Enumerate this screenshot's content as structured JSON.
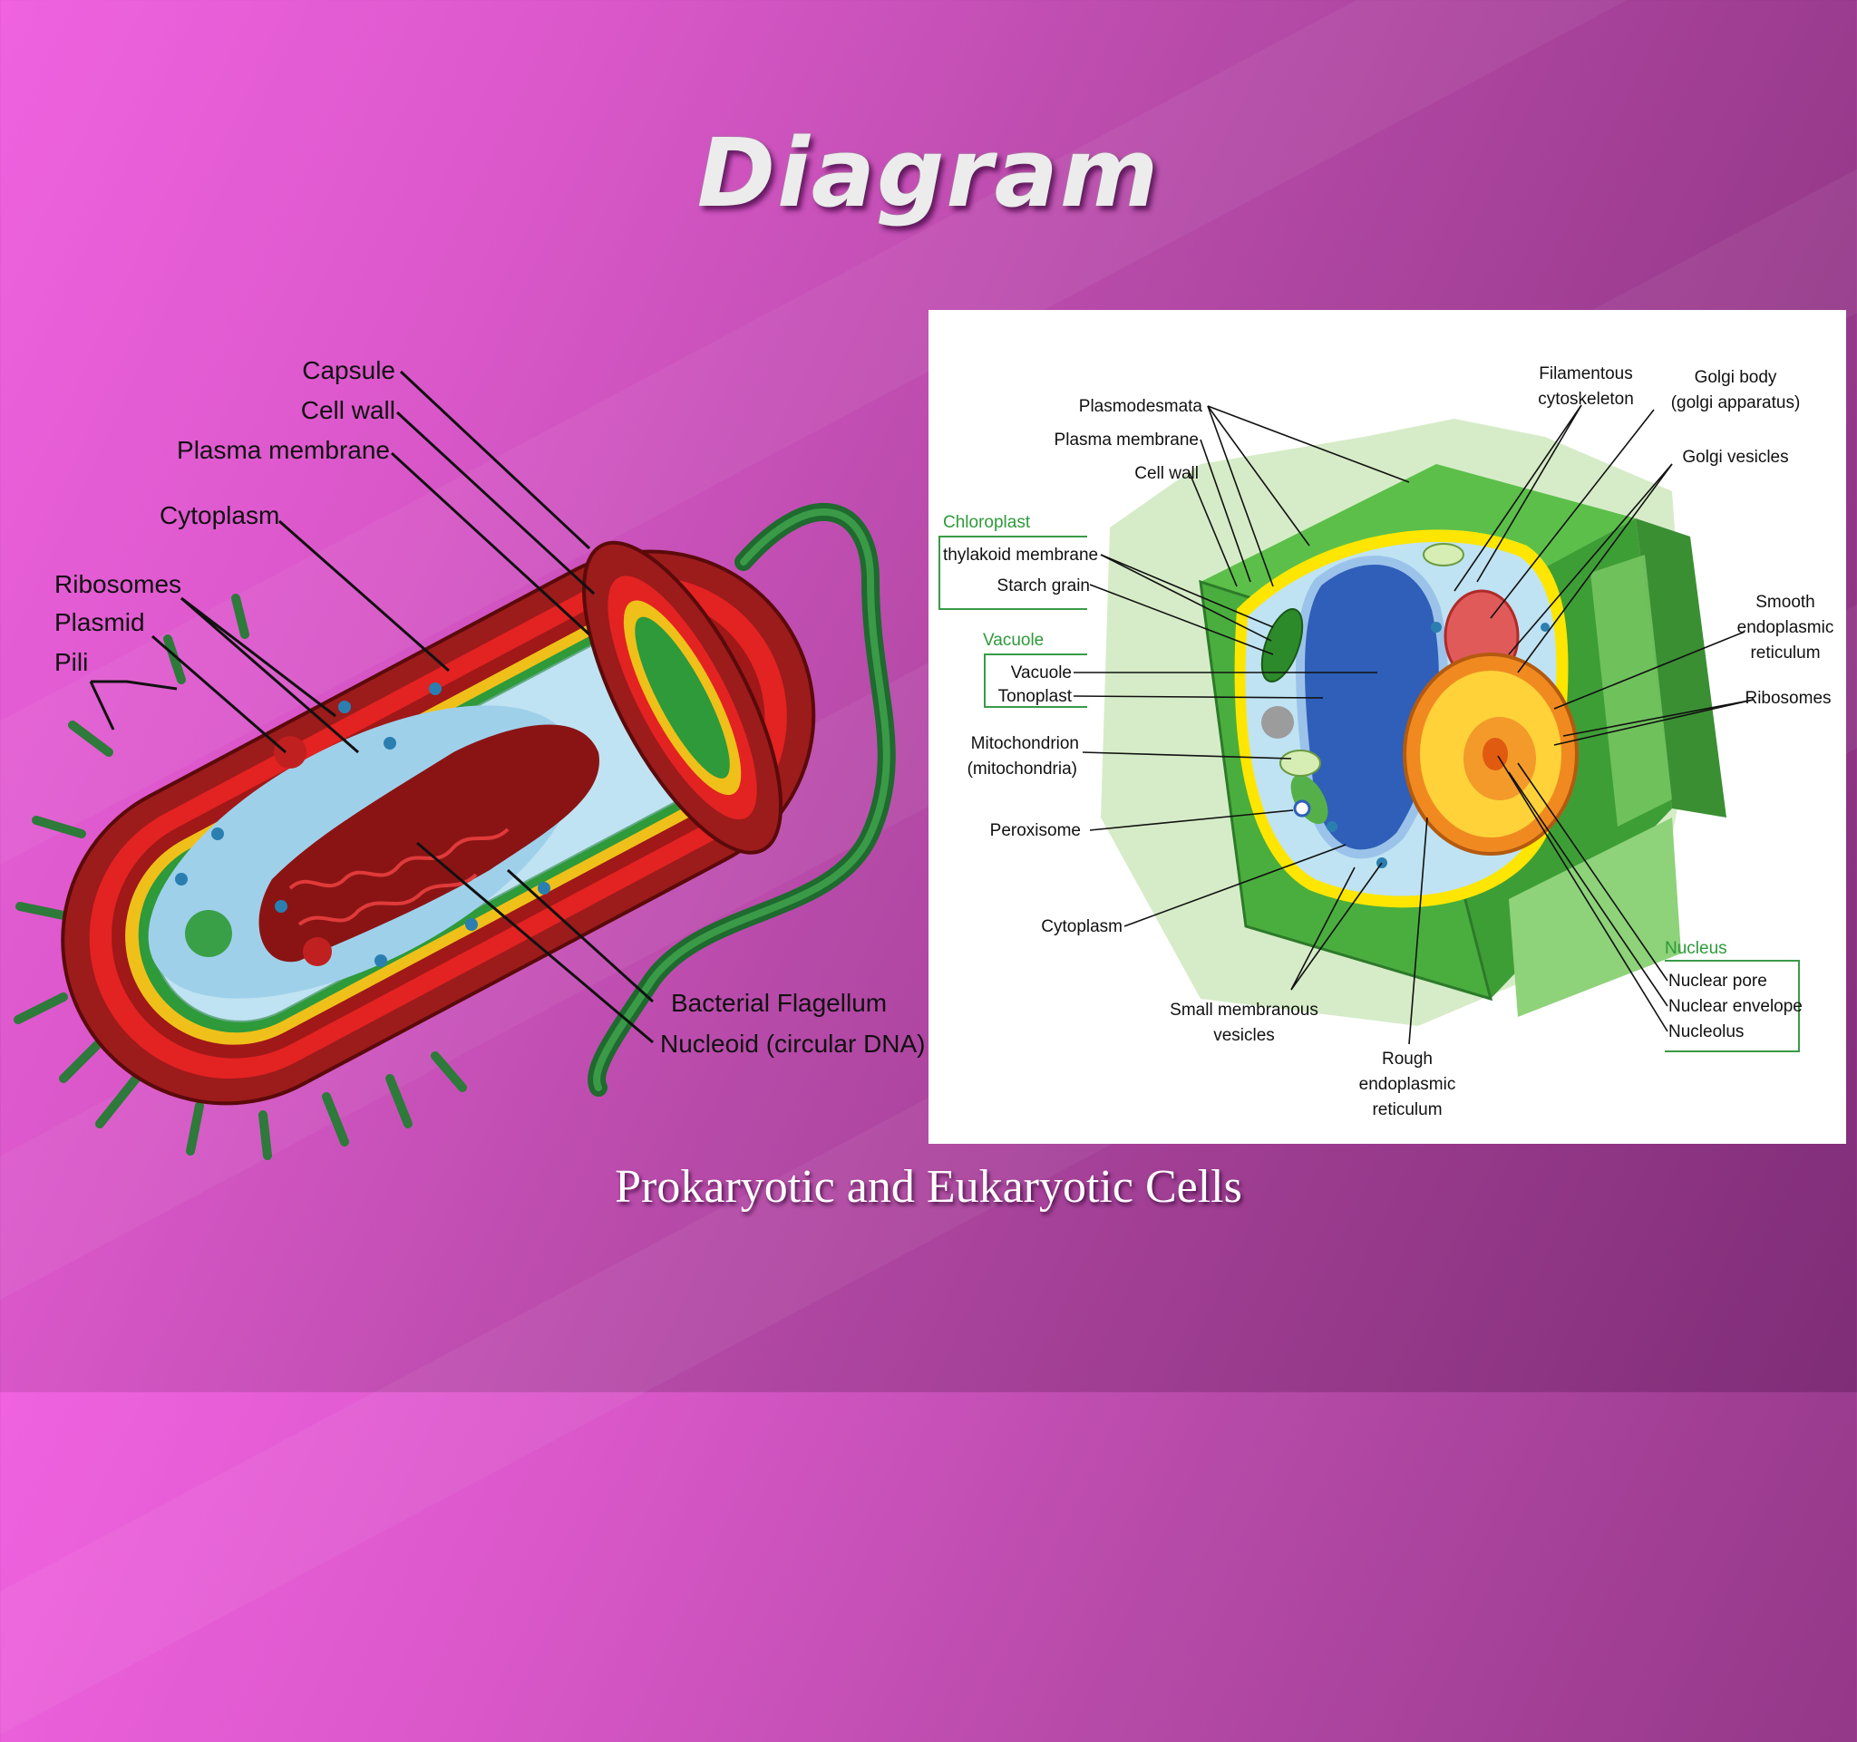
{
  "slide": {
    "title": "Diagram",
    "caption": "Prokaryotic and Eukaryotic Cells"
  },
  "prokaryote": {
    "labels": {
      "capsule": "Capsule",
      "cell_wall": "Cell wall",
      "plasma_membrane": "Plasma membrane",
      "cytoplasm": "Cytoplasm",
      "ribosomes": "Ribosomes",
      "plasmid": "Plasmid",
      "pili": "Pili",
      "flagellum": "Bacterial Flagellum",
      "nucleoid": "Nucleoid (circular DNA)"
    }
  },
  "eukaryote": {
    "labels": {
      "plasmodesmata": "Plasmodesmata",
      "plasma_membrane": "Plasma membrane",
      "cell_wall": "Cell wall",
      "chloroplast": "Chloroplast",
      "thylakoid": "thylakoid membrane",
      "starch": "Starch grain",
      "vacuole_group": "Vacuole",
      "vacuole": "Vacuole",
      "tonoplast": "Tonoplast",
      "mito1": "Mitochondrion",
      "mito2": "(mitochondria)",
      "peroxisome": "Peroxisome",
      "cytoplasm": "Cytoplasm",
      "vesicles1": "Small membranous",
      "vesicles2": "vesicles",
      "rough1": "Rough",
      "rough2": "endoplasmic",
      "rough3": "reticulum",
      "filament1": "Filamentous",
      "filament2": "cytoskeleton",
      "golgi1": "Golgi body",
      "golgi2": "(golgi apparatus)",
      "golgi_vesicles": "Golgi vesicles",
      "smooth1": "Smooth",
      "smooth2": "endoplasmic",
      "smooth3": "reticulum",
      "ribosomes": "Ribosomes",
      "nucleus_group": "Nucleus",
      "nuclear_pore": "Nuclear pore",
      "nuclear_envelope": "Nuclear envelope",
      "nucleolus": "Nucleolus"
    }
  }
}
